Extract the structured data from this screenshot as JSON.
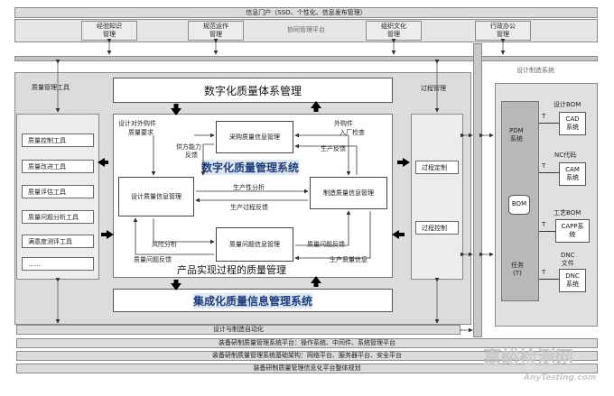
{
  "portal": {
    "title": "信息门户（SSO、个性化、信息发布管理）",
    "items": [
      {
        "label_line1": "经验知识",
        "label_line2": "管理"
      },
      {
        "label_line1": "规范运作",
        "label_line2": "管理"
      },
      {
        "label_line1": "协同管理平台",
        "label_line2": ""
      },
      {
        "label_line1": "组织文化",
        "label_line2": "管理"
      },
      {
        "label_line1": "行政办公",
        "label_line2": "管理"
      }
    ]
  },
  "left": {
    "title": "质量管理工具",
    "tools": [
      "质量控制工具",
      "质量改进工具",
      "质量评估工具",
      "质量问题分析工具",
      "满意度测评工具",
      "……"
    ]
  },
  "center": {
    "top_title": "数字化质量体系管理",
    "main_title": "数字化质量管理系统",
    "bottom_caption": "产品实现过程的质量管理",
    "bottom_title": "集成化质量信息管理系统",
    "modules": {
      "purchase": "采购质量信息管理",
      "design": "设计质量信息管理",
      "manufacture": "制造质量信息管理",
      "problem": "质量问题信息管理"
    },
    "flows": {
      "design_outsource_l1": "设计对外购件",
      "design_outsource_l2": "质量要求",
      "outsource_check_l1": "外购件",
      "outsource_check_l2": "入厂检查",
      "supply_l1": "供方能力",
      "supply_l2": "反馈",
      "production_feedback": "生产反馈",
      "manufacturability": "生产性分析",
      "process_feedback": "生产过程反馈",
      "risk_analysis": "风险分析",
      "problem_feedback_left": "质量问题反馈",
      "problem_feedback_right": "质量问题反馈",
      "production_quality_info": "生产质量信息"
    }
  },
  "process": {
    "title": "过程管理",
    "items": [
      "过程定制",
      "过程控制"
    ]
  },
  "right": {
    "title": "设计制造系统",
    "pdm_l1": "PDM",
    "pdm_l2": "系统",
    "bom": "BOM",
    "task_l1": "任务",
    "task_l2": "(T)",
    "connector": "T",
    "systems": [
      {
        "tag": "设计BOM",
        "line1": "CAD",
        "line2": "系统"
      },
      {
        "tag": "NC代码",
        "line1": "CAM",
        "line2": "系统"
      },
      {
        "tag": "工艺BOM",
        "line1": "CAPP系",
        "line2": "统"
      },
      {
        "tag": "DNC",
        "tag2": "文件",
        "line1": "DNC",
        "line2": "系统"
      }
    ]
  },
  "bottom": {
    "automation": "设计与制造自动化",
    "layers": [
      "装备研制质量管理系统平台：操作系统、中间件、系统管理平台",
      "装备研制质量管理系统基础架构：网络平台、服务器平台、安全平台",
      "装备研制质量管理信息化平台整体规划"
    ]
  },
  "watermark": {
    "line1": "嘉峪检测网",
    "line2": "AnyTesting.com"
  }
}
